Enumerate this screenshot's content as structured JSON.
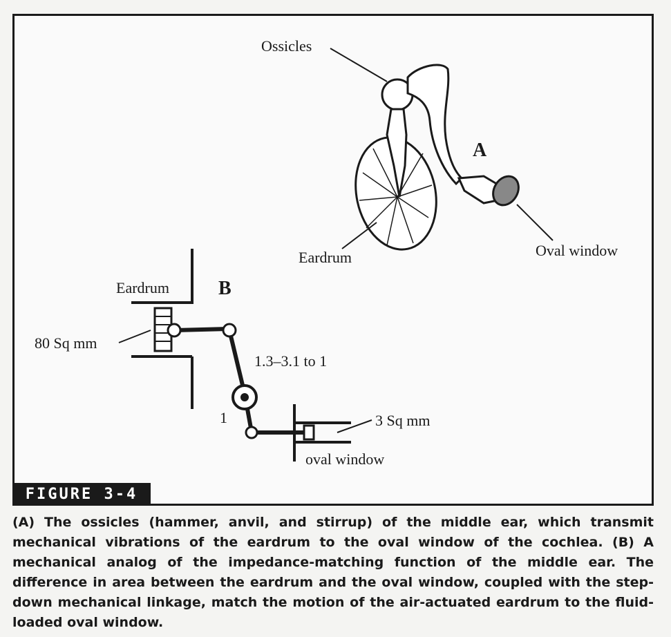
{
  "figure": {
    "tag": "FIGURE 3-4",
    "panel_a": {
      "letter": "A",
      "labels": {
        "ossicles": "Ossicles",
        "eardrum": "Eardrum",
        "oval_window": "Oval window"
      }
    },
    "panel_b": {
      "letter": "B",
      "labels": {
        "eardrum": "Eardrum",
        "eardrum_area": "80 Sq mm",
        "lever_ratio": "1.3–3.1 to 1",
        "pivot": "1",
        "window_area": "3 Sq mm",
        "oval_window": "oval window"
      }
    }
  },
  "caption": "(A) The ossicles (hammer, anvil, and stirrup) of the middle ear, which transmit mechanical vibrations of the eardrum to the oval window of the cochlea. (B) A mechanical analog of the impedance-matching function of the middle ear. The difference in area between the eardrum and the oval window, coupled with the step-down mechanical linkage, match the motion of the air-actuated eardrum to the fluid-loaded oval window.",
  "colors": {
    "ink": "#1a1a1a",
    "paper": "#f4f4f2",
    "tag_bg": "#1a1a1a",
    "tag_text": "#ffffff"
  }
}
